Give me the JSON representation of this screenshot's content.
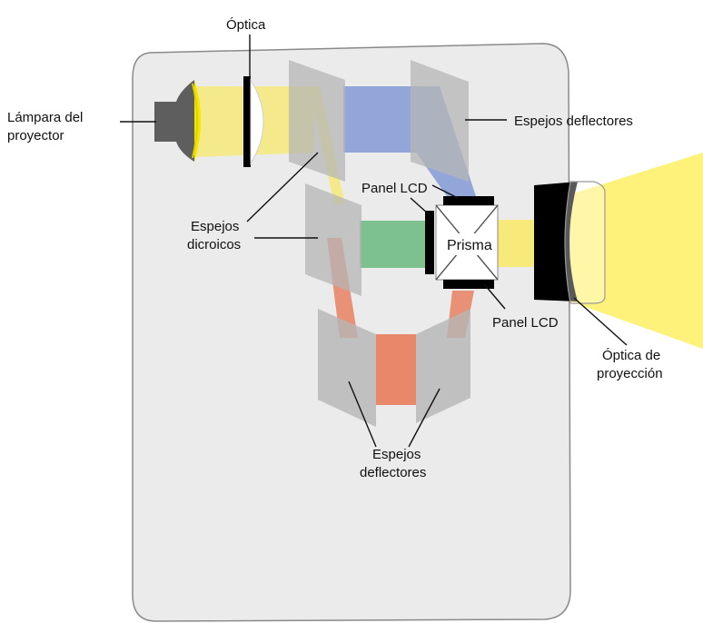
{
  "labels": {
    "optica": "Óptica",
    "lampara_1": "Lámpara del",
    "lampara_2": "proyector",
    "espejos_deflectores_top": "Espejos deflectores",
    "panel_lcd_top": "Panel LCD",
    "espejos_dicroicos_1": "Espejos",
    "espejos_dicroicos_2": "dicroicos",
    "prisma": "Prisma",
    "panel_lcd_bottom": "Panel LCD",
    "optica_proyeccion_1": "Óptica de",
    "optica_proyeccion_2": "proyección",
    "espejos_deflectores_bottom_1": "Espejos",
    "espejos_deflectores_bottom_2": "deflectores"
  },
  "colors": {
    "housing": "#ebebeb",
    "housing_stroke": "#8a8a8a",
    "yellow_light": "#f7ea7a",
    "projection_beam": "#fff27a",
    "blue_light": "#8ea2d8",
    "green_light": "#7cc18e",
    "red_light": "#e9876a",
    "mirror": "#bdbdbd",
    "lamp": "#5e5e5e",
    "lamp_glow": "#f4e600",
    "black": "#000000"
  }
}
